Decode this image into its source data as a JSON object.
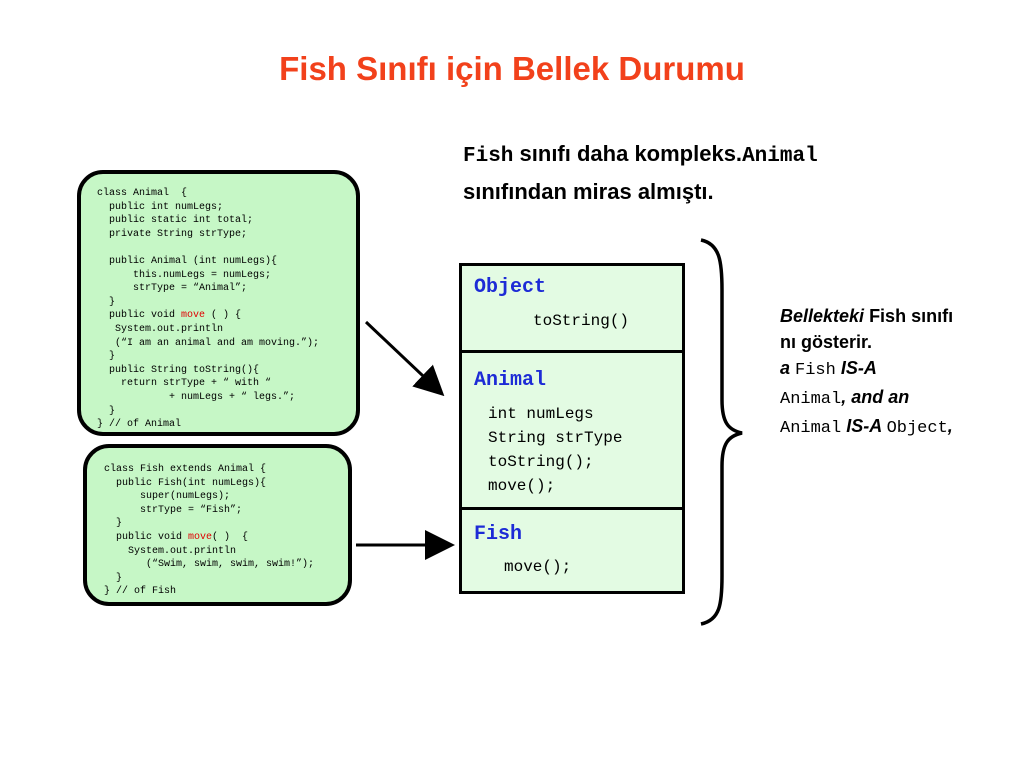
{
  "title": "Fish Sınıfı için Bellek Durumu",
  "intro": {
    "code1": "Fish",
    "text1": " sınıfı daha kompleks.",
    "code2": "Animal",
    "text2": "sınıfından miras almıştı."
  },
  "animal_code": {
    "before_move": "class Animal  {\n  public int numLegs;\n  public static int total;\n  private String strType;\n\n  public Animal (int numLegs){\n      this.numLegs = numLegs;\n      strType = “Animal”;\n  }\n  public void ",
    "move": "move",
    "after_move": " ( ) {\n   System.out.println\n   (“I am an animal and am moving.”);\n  }\n  public String toString(){\n    return strType + “ with “\n            + numLegs + “ legs.”;\n  }\n} // of Animal"
  },
  "fish_code": {
    "before_move": "class Fish extends Animal {\n  public Fish(int numLegs){\n      super(numLegs);\n      strType = “Fish”;\n  }\n  public void ",
    "move": "move",
    "after_move": "( )  {\n    System.out.println\n       (“Swim, swim, swim, swim!”);\n  }\n} // of Fish"
  },
  "memory": {
    "object": {
      "header": "Object",
      "lines": [
        "toString()"
      ]
    },
    "animal": {
      "header": "Animal",
      "lines": [
        "int numLegs",
        "String strType",
        "toString();",
        "move();"
      ]
    },
    "fish": {
      "header": "Fish",
      "lines": [
        "move();"
      ]
    }
  },
  "bellek": {
    "w1": "Bellekteki",
    "w2": " Fish sınıfı",
    "w3": "nı gösterir.",
    "w4": "a ",
    "w5": "Fish",
    "w6": " IS-A",
    "w7": "Animal",
    "w8": ", and an",
    "w9": "Animal",
    "w10": " IS-A ",
    "w11": "Object",
    "w12": ","
  },
  "colors": {
    "title": "#f2411b",
    "code_bg": "#c6f7c6",
    "memory_bg": "#e3fbe3",
    "memory_header": "#1d2bd6",
    "move_keyword": "#e00000"
  }
}
